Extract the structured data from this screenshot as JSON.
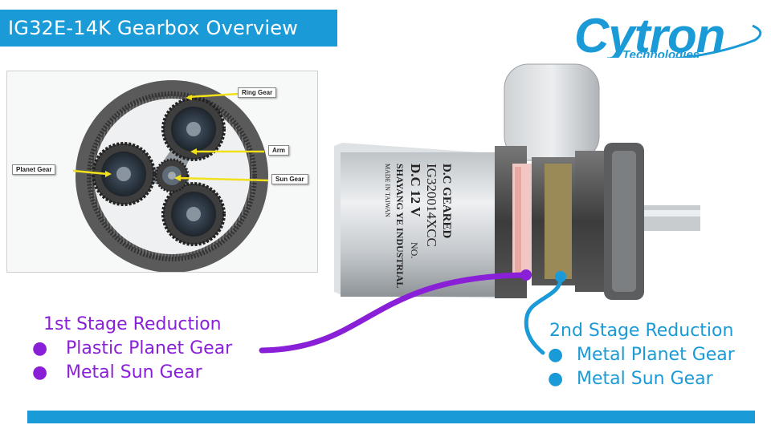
{
  "slide": {
    "title": "IG32E-14K Gearbox Overview",
    "brand": {
      "name": "Cytron",
      "tagline": "Technologies"
    },
    "colors": {
      "accent": "#1a9ad6",
      "stage1": "#8a1fd8",
      "stage2": "#1a9ad6"
    }
  },
  "diagram": {
    "labels": {
      "ring_gear": "Ring Gear",
      "arm": "Arm",
      "planet_gear": "Planet Gear",
      "sun_gear": "Sun Gear"
    }
  },
  "photo": {
    "label_lines": [
      "D.C GEARED",
      "IG320014XCC",
      "D.C 12 V",
      "SHAYANG YE INDUSTRIAL",
      "MADE IN TAIWAN",
      "NO."
    ]
  },
  "stage1": {
    "heading": "1st Stage Reduction",
    "items": [
      "Plastic Planet Gear",
      "Metal Sun Gear"
    ]
  },
  "stage2": {
    "heading": "2nd Stage Reduction",
    "items": [
      "Metal Planet Gear",
      "Metal Sun Gear"
    ]
  }
}
